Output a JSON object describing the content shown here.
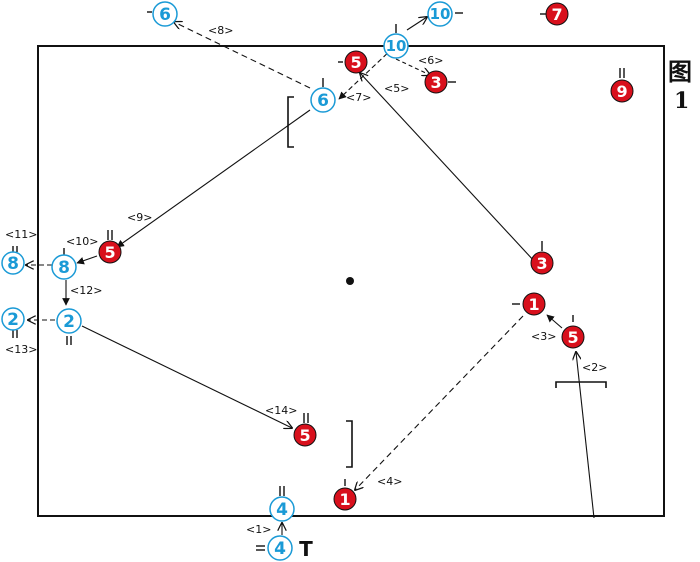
{
  "figure_label": {
    "char": "图",
    "number": "1"
  },
  "colors": {
    "blue": "#1a9ad6",
    "red": "#d8101c",
    "line": "#111111"
  },
  "players": [
    {
      "id": "b6-top",
      "team": "blue",
      "n": "6"
    },
    {
      "id": "b10-top",
      "team": "blue",
      "n": "10"
    },
    {
      "id": "b10",
      "team": "blue",
      "n": "10"
    },
    {
      "id": "b6",
      "team": "blue",
      "n": "6"
    },
    {
      "id": "b8-out",
      "team": "blue",
      "n": "8"
    },
    {
      "id": "b8",
      "team": "blue",
      "n": "8"
    },
    {
      "id": "b2-out",
      "team": "blue",
      "n": "2"
    },
    {
      "id": "b2",
      "team": "blue",
      "n": "2"
    },
    {
      "id": "b4",
      "team": "blue",
      "n": "4"
    },
    {
      "id": "b4-out",
      "team": "blue",
      "n": "4"
    },
    {
      "id": "r7",
      "team": "red",
      "n": "7"
    },
    {
      "id": "r5-top",
      "team": "red",
      "n": "5"
    },
    {
      "id": "r3-top",
      "team": "red",
      "n": "3"
    },
    {
      "id": "r9",
      "team": "red",
      "n": "9"
    },
    {
      "id": "r5-left",
      "team": "red",
      "n": "5"
    },
    {
      "id": "r3",
      "team": "red",
      "n": "3"
    },
    {
      "id": "r1",
      "team": "red",
      "n": "1"
    },
    {
      "id": "r5-right",
      "team": "red",
      "n": "5"
    },
    {
      "id": "r5-bottom",
      "team": "red",
      "n": "5"
    },
    {
      "id": "r1-bottom",
      "team": "red",
      "n": "1"
    }
  ],
  "step_labels": [
    "<1>",
    "<2>",
    "<3>",
    "<4>",
    "<5>",
    "<6>",
    "<7>",
    "<8>",
    "<9>",
    "<10>",
    "<11>",
    "<12>",
    "<13>",
    "<14>"
  ],
  "coach_marker": "T"
}
